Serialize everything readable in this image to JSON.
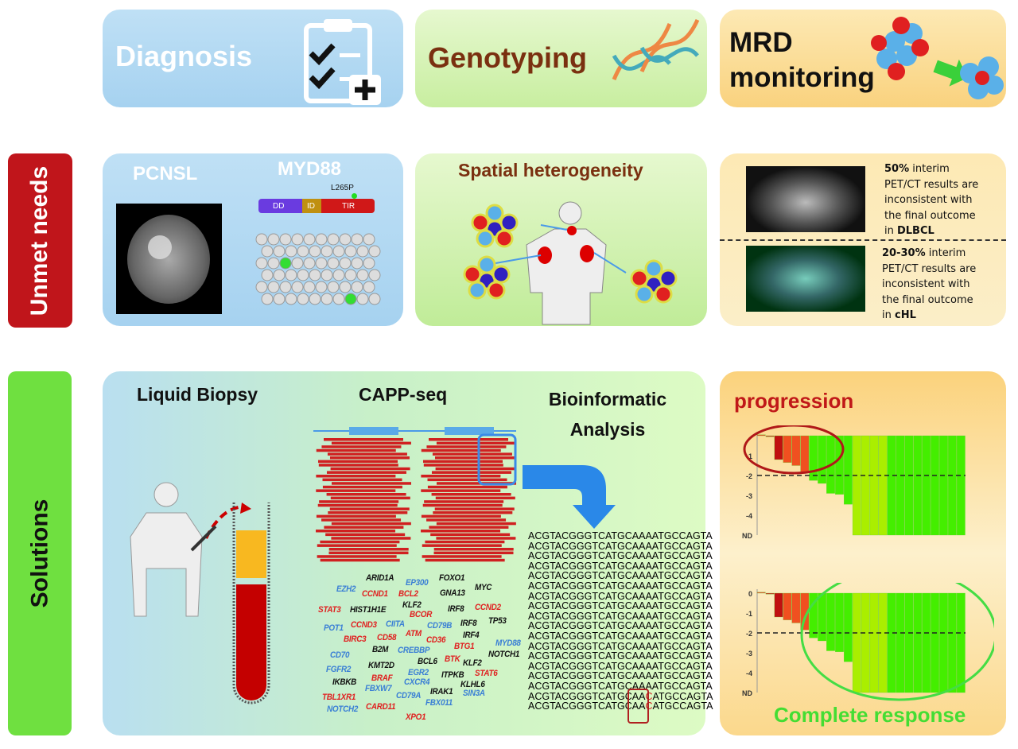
{
  "header": {
    "diagnosis": "Diagnosis",
    "genotyping": "Genotyping",
    "mrd": "MRD monitoring"
  },
  "rows": {
    "unmet": "Unmet needs",
    "solutions": "Solutions"
  },
  "pcnsl": {
    "title": "PCNSL",
    "gene": "MYD88",
    "mutation": "L265P",
    "domains": [
      "DD",
      "ID",
      "TIR"
    ]
  },
  "spatial": {
    "title": "Spatial heterogeneity"
  },
  "pet": {
    "dlbcl": {
      "bold": "50%",
      "text": " interim PET/CT results are inconsistent with the final outcome in ",
      "disease": "DLBCL"
    },
    "chl": {
      "bold": "20-30%",
      "text": " interim PET/CT results are inconsistent with the final outcome in ",
      "disease": "cHL"
    }
  },
  "solutions": {
    "liquid": "Liquid Biopsy",
    "capp": "CAPP-seq",
    "bioinf": "Bioinformatic Analysis"
  },
  "genes": [
    {
      "name": "ARID1A",
      "color": "#111111"
    },
    {
      "name": "EP300",
      "color": "#3a7fd5"
    },
    {
      "name": "FOXO1",
      "color": "#111111"
    },
    {
      "name": "EZH2",
      "color": "#3a7fd5"
    },
    {
      "name": "CCND1",
      "color": "#e02020"
    },
    {
      "name": "BCL2",
      "color": "#e02020"
    },
    {
      "name": "GNA13",
      "color": "#111111"
    },
    {
      "name": "MYC",
      "color": "#111111"
    },
    {
      "name": "STAT3",
      "color": "#e02020"
    },
    {
      "name": "HIST1H1E",
      "color": "#111111"
    },
    {
      "name": "KLF2",
      "color": "#111111"
    },
    {
      "name": "IRF8",
      "color": "#111111"
    },
    {
      "name": "CCND2",
      "color": "#e02020"
    },
    {
      "name": "BCOR",
      "color": "#e02020"
    },
    {
      "name": "CCND3",
      "color": "#e02020"
    },
    {
      "name": "CIITA",
      "color": "#3a7fd5"
    },
    {
      "name": "CD79B",
      "color": "#3a7fd5"
    },
    {
      "name": "IRF8",
      "color": "#111111"
    },
    {
      "name": "TP53",
      "color": "#111111"
    },
    {
      "name": "POT1",
      "color": "#3a7fd5"
    },
    {
      "name": "BIRC3",
      "color": "#e02020"
    },
    {
      "name": "CD58",
      "color": "#e02020"
    },
    {
      "name": "ATM",
      "color": "#e02020"
    },
    {
      "name": "CD36",
      "color": "#e02020"
    },
    {
      "name": "IRF4",
      "color": "#111111"
    },
    {
      "name": "MYD88",
      "color": "#3a7fd5"
    },
    {
      "name": "B2M",
      "color": "#111111"
    },
    {
      "name": "CREBBP",
      "color": "#3a7fd5"
    },
    {
      "name": "BTG1",
      "color": "#e02020"
    },
    {
      "name": "CD70",
      "color": "#3a7fd5"
    },
    {
      "name": "NOTCH1",
      "color": "#111111"
    },
    {
      "name": "BTK",
      "color": "#e02020"
    },
    {
      "name": "KMT2D",
      "color": "#111111"
    },
    {
      "name": "BCL6",
      "color": "#111111"
    },
    {
      "name": "KLF2",
      "color": "#111111"
    },
    {
      "name": "FGFR2",
      "color": "#3a7fd5"
    },
    {
      "name": "EGR2",
      "color": "#3a7fd5"
    },
    {
      "name": "BRAF",
      "color": "#e02020"
    },
    {
      "name": "ITPKB",
      "color": "#111111"
    },
    {
      "name": "STAT6",
      "color": "#e02020"
    },
    {
      "name": "IKBKB",
      "color": "#111111"
    },
    {
      "name": "CXCR4",
      "color": "#3a7fd5"
    },
    {
      "name": "FBXW7",
      "color": "#3a7fd5"
    },
    {
      "name": "KLHL6",
      "color": "#111111"
    },
    {
      "name": "TBL1XR1",
      "color": "#e02020"
    },
    {
      "name": "CD79A",
      "color": "#3a7fd5"
    },
    {
      "name": "IRAK1",
      "color": "#111111"
    },
    {
      "name": "SIN3A",
      "color": "#3a7fd5"
    },
    {
      "name": "NOTCH2",
      "color": "#3a7fd5"
    },
    {
      "name": "CARD11",
      "color": "#e02020"
    },
    {
      "name": "FBX011",
      "color": "#3a7fd5"
    },
    {
      "name": "XPO1",
      "color": "#e02020"
    }
  ],
  "sequence": {
    "wild": "ACGTACGGGTCATGCAAAATGCCAGTA",
    "mutant_pre": "ACGTACGGGTCATGCAA",
    "mutant_base": "C",
    "mutant_post": "ATGCCAGTA",
    "wild_lines": 16,
    "mutant_lines": 2
  },
  "chart_data": [
    {
      "type": "bar",
      "title": "progression",
      "ytick_labels": [
        "-1",
        "-2",
        "-3",
        "-4",
        "ND"
      ],
      "yticks": [
        -1,
        -2,
        -3,
        -4,
        -5
      ],
      "ylim": [
        -5,
        0.2
      ],
      "threshold": -2,
      "values": [
        0.05,
        -0.05,
        -1.2,
        -1.35,
        -1.5,
        -1.85,
        -2.25,
        -2.4,
        -2.9,
        -2.95,
        -3.45,
        -5,
        -5,
        -5,
        -5,
        -5,
        -5,
        -5,
        -5,
        -5,
        -5,
        -5,
        -5,
        -5
      ],
      "colors": [
        "#e05030",
        "#c03020",
        "#c01010",
        "#f05020",
        "#f05020",
        "#f05020",
        "#44ee00",
        "#44ee00",
        "#44ee00",
        "#44ee00",
        "#44ee00",
        "#aaee00",
        "#aaee00",
        "#aaee00",
        "#aaee00",
        "#44ee00",
        "#44ee00",
        "#44ee00",
        "#44ee00",
        "#44ee00",
        "#44ee00",
        "#44ee00",
        "#44ee00",
        "#44ee00"
      ],
      "highlight_color": "#b01818"
    },
    {
      "type": "bar",
      "title": "Complete response",
      "ytick_labels": [
        "0",
        "-1",
        "-2",
        "-3",
        "-4",
        "ND"
      ],
      "yticks": [
        0,
        -1,
        -2,
        -3,
        -4,
        -5
      ],
      "ylim": [
        -5,
        0.2
      ],
      "threshold": -2,
      "values": [
        0.05,
        -0.05,
        -1.2,
        -1.35,
        -1.5,
        -1.85,
        -2.25,
        -2.4,
        -2.9,
        -2.95,
        -3.45,
        -5,
        -5,
        -5,
        -5,
        -5,
        -5,
        -5,
        -5,
        -5,
        -5,
        -5,
        -5,
        -5
      ],
      "colors": [
        "#e05030",
        "#c03020",
        "#c01010",
        "#f05020",
        "#f05020",
        "#f05020",
        "#44ee00",
        "#44ee00",
        "#44ee00",
        "#44ee00",
        "#44ee00",
        "#aaee00",
        "#aaee00",
        "#aaee00",
        "#aaee00",
        "#44ee00",
        "#44ee00",
        "#44ee00",
        "#44ee00",
        "#44ee00",
        "#44ee00",
        "#44ee00",
        "#44ee00",
        "#44ee00"
      ],
      "highlight_color": "#44dd44"
    }
  ]
}
